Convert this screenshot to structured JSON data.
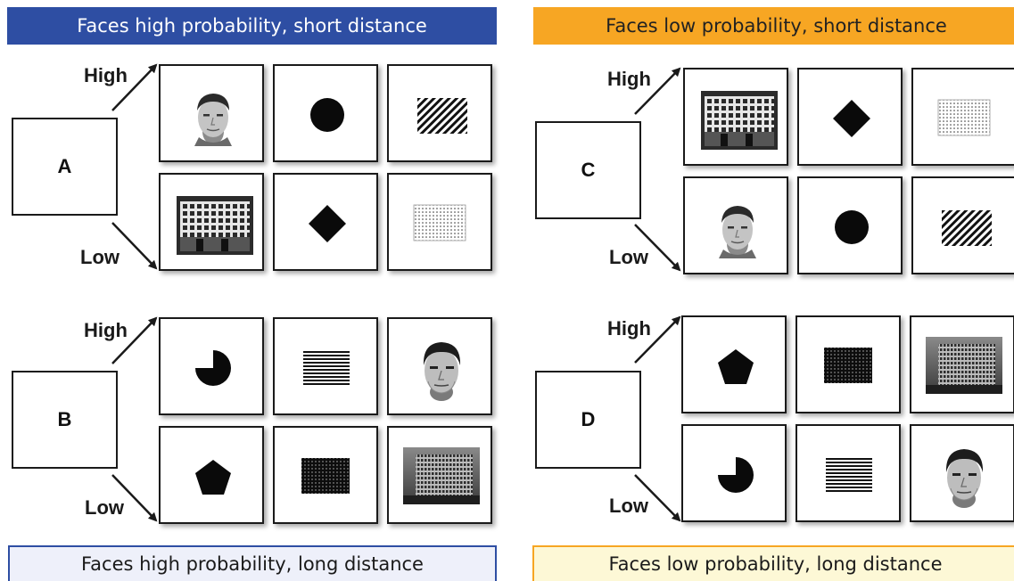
{
  "panels": {
    "A": {
      "letter": "A",
      "title": "Faces high probability, short distance",
      "high_label": "High",
      "low_label": "Low",
      "high_row": [
        "face-boy",
        "circle",
        "diagonal-stripes"
      ],
      "low_row": [
        "building-photo",
        "diamond",
        "dot-grid"
      ]
    },
    "B": {
      "letter": "B",
      "title": "Faces high probability, long distance",
      "high_label": "High",
      "low_label": "Low",
      "high_row": [
        "pacman",
        "horizontal-stripes",
        "face-man"
      ],
      "low_row": [
        "pentagon",
        "dense-dots",
        "tall-building-photo"
      ]
    },
    "C": {
      "letter": "C",
      "title": "Faces low probability, short distance",
      "high_label": "High",
      "low_label": "Low",
      "high_row": [
        "building-photo",
        "diamond",
        "dot-grid"
      ],
      "low_row": [
        "face-boy",
        "circle",
        "diagonal-stripes"
      ]
    },
    "D": {
      "letter": "D",
      "title": "Faces low probability, long distance",
      "high_label": "High",
      "low_label": "Low",
      "high_row": [
        "pentagon",
        "dense-dots",
        "tall-building-photo"
      ],
      "low_row": [
        "pacman",
        "horizontal-stripes",
        "face-man"
      ]
    }
  },
  "colors": {
    "blue": "#2e4ea3",
    "orange": "#f7a623",
    "light_blue": "#eef0fa",
    "light_yellow": "#fdf8d6"
  }
}
